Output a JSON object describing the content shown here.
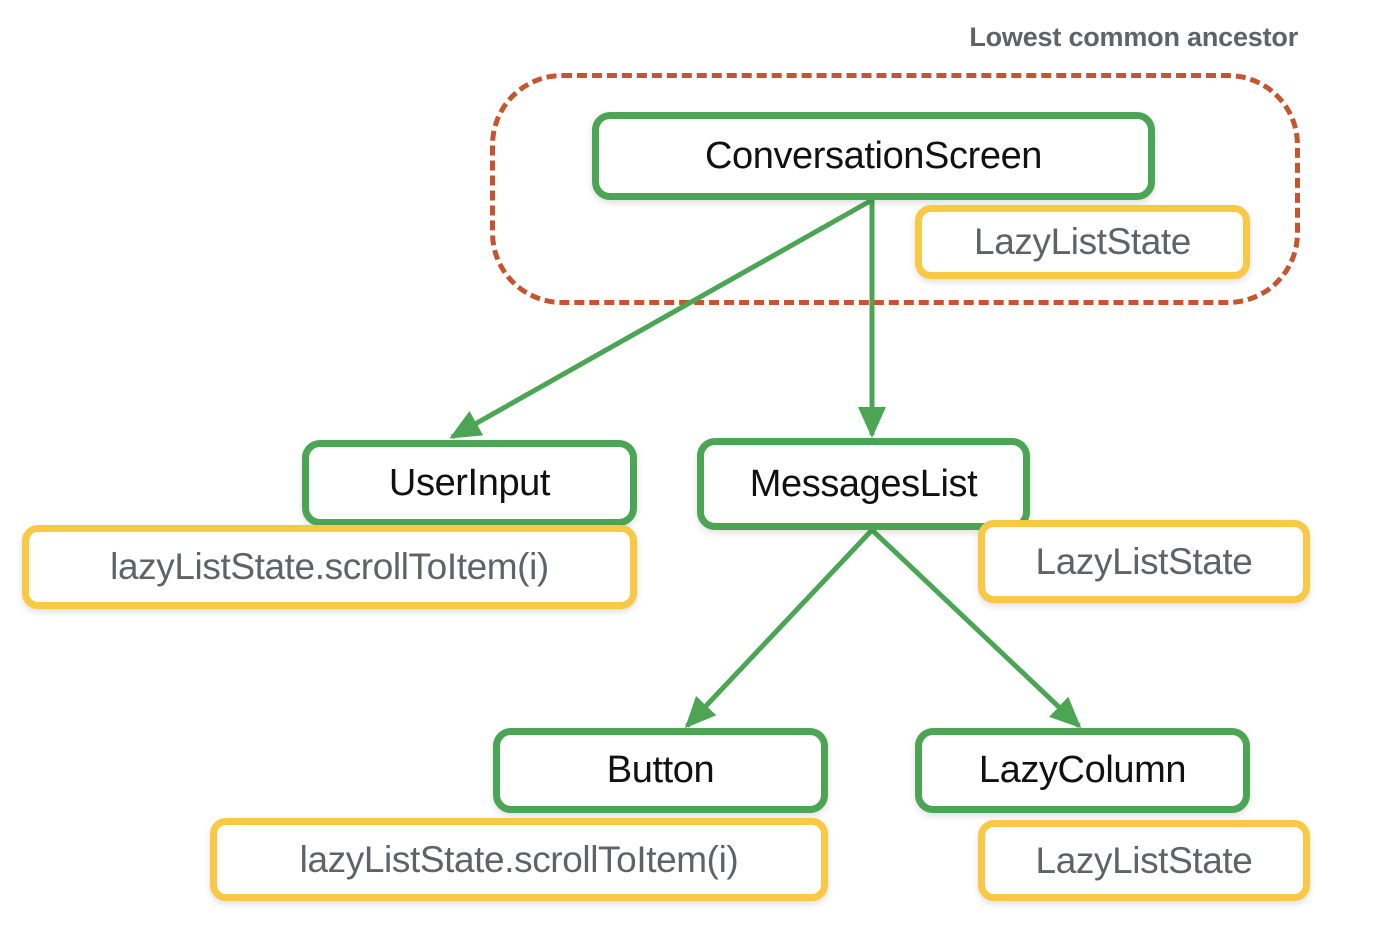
{
  "diagram": {
    "title_annotation": "Lowest common ancestor",
    "colors": {
      "node_border_green": "#4ba555",
      "state_border_yellow": "#f9c845",
      "ancestor_dashed": "#c4552f",
      "node_text": "#111111",
      "state_text": "#5f6368",
      "annotation_text": "#5f6368",
      "background": "#ffffff"
    },
    "nodes": [
      {
        "id": "conversationscreen",
        "label": "ConversationScreen",
        "kind": "composable"
      },
      {
        "id": "lls-cs",
        "label": "LazyListState",
        "kind": "state"
      },
      {
        "id": "userinput",
        "label": "UserInput",
        "kind": "composable"
      },
      {
        "id": "scroll-ui",
        "label": "lazyListState.scrollToItem(i)",
        "kind": "state"
      },
      {
        "id": "messageslist",
        "label": "MessagesList",
        "kind": "composable"
      },
      {
        "id": "lls-ml",
        "label": "LazyListState",
        "kind": "state"
      },
      {
        "id": "button",
        "label": "Button",
        "kind": "composable"
      },
      {
        "id": "scroll-btn",
        "label": "lazyListState.scrollToItem(i)",
        "kind": "state"
      },
      {
        "id": "lazycolumn",
        "label": "LazyColumn",
        "kind": "composable"
      },
      {
        "id": "lls-lc",
        "label": "LazyListState",
        "kind": "state"
      }
    ],
    "edges": [
      {
        "from": "conversationscreen",
        "to": "userinput"
      },
      {
        "from": "conversationscreen",
        "to": "messageslist"
      },
      {
        "from": "messageslist",
        "to": "button"
      },
      {
        "from": "messageslist",
        "to": "lazycolumn"
      }
    ],
    "ancestor_group": [
      "conversationscreen",
      "lls-cs"
    ]
  }
}
